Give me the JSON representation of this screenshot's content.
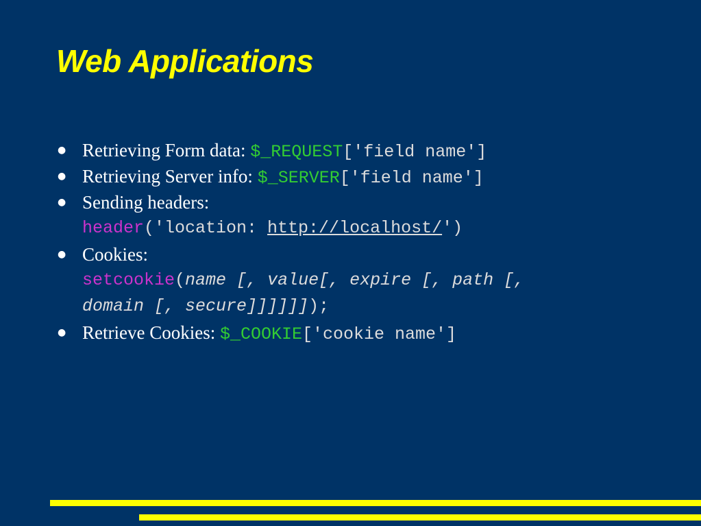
{
  "slide": {
    "title": "Web Applications",
    "bullet_glyph": "●",
    "items": [
      {
        "label": "Retrieving Form data: ",
        "var": "$_REQUEST",
        "tail": "['field name']"
      },
      {
        "label": "Retrieving Server info: ",
        "var": "$_SERVER",
        "tail": "['field name']"
      },
      {
        "label": "Sending headers:",
        "code_func": "header",
        "code_open": "('location: ",
        "code_link": "http://localhost/",
        "code_close": "')"
      },
      {
        "label": "Cookies:",
        "code_func": "setcookie",
        "code_open": "(",
        "code_args_line1": "name [, value[, expire [, path [,",
        "code_args_line2": "domain [, secure]]]]]]",
        "code_close": ");"
      },
      {
        "label": "Retrieve Cookies: ",
        "var": "$_COOKIE",
        "tail": "['cookie name']"
      }
    ]
  },
  "colors": {
    "background": "#003366",
    "title": "#ffff00",
    "text": "#ffffff",
    "variable": "#33cc33",
    "function": "#cc33cc",
    "code": "#dcdcdc",
    "decor_bars": "#ffff00"
  }
}
